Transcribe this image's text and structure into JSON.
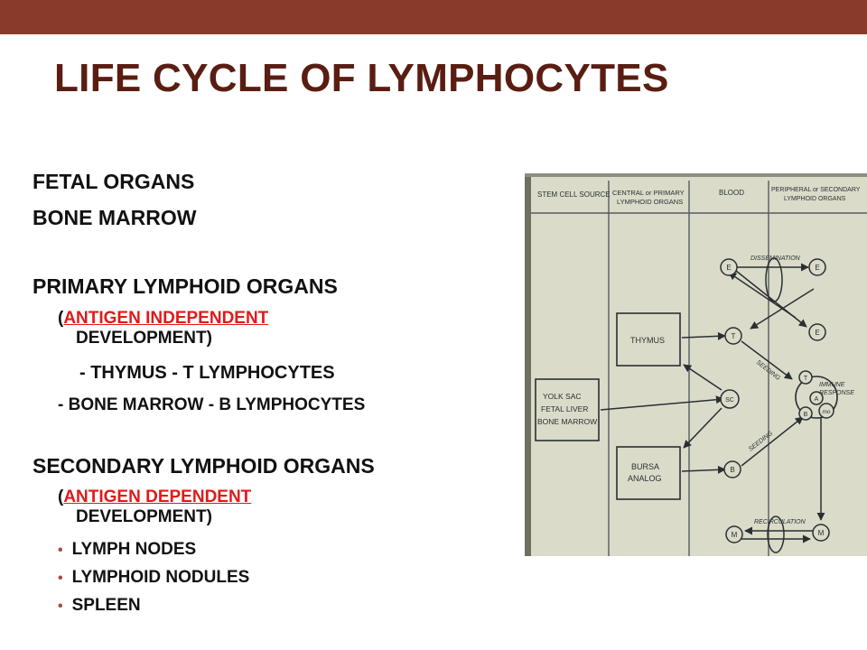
{
  "title": "LIFE CYCLE OF LYMPHOCYTES",
  "text": {
    "fetal_organs": "FETAL ORGANS",
    "bone_marrow": "BONE MARROW",
    "primary_heading": "PRIMARY LYMPHOID ORGANS",
    "primary_paren_open": "(",
    "primary_antigen": "ANTIGEN INDEPENDENT",
    "primary_development": "DEVELOPMENT)",
    "thymus_line": "- THYMUS - T LYMPHOCYTES",
    "bone_marrow_line": "-   BONE MARROW - B LYMPHOCYTES",
    "secondary_heading": "SECONDARY LYMPHOID ORGANS",
    "secondary_paren_open": "(",
    "secondary_antigen": "ANTIGEN DEPENDENT",
    "secondary_development": "DEVELOPMENT)",
    "bullets": [
      "LYMPH NODES",
      "LYMPHOID NODULES",
      "SPLEEN"
    ]
  },
  "diagram": {
    "col_stem": "STEM CELL SOURCE",
    "col_central_1": "CENTRAL or PRIMARY",
    "col_central_2": "LYMPHOID ORGANS",
    "col_blood": "BLOOD",
    "col_periph_1": "PERIPHERAL or SECONDARY",
    "col_periph_2": "LYMPHOID ORGANS",
    "box_thymus": "THYMUS",
    "box_yolk_1": "YOLK SAC",
    "box_yolk_2": "FETAL LIVER",
    "box_yolk_3": "BONE MARROW",
    "box_bursa_1": "BURSA",
    "box_bursa_2": "ANALOG",
    "label_dissemination": "DISSEMINATION",
    "label_seeding_1": "SEEDING",
    "label_seeding_2": "SEEDING",
    "label_recirculation": "RECIRCULATION",
    "label_immune_1": "IMMUNE",
    "label_immune_2": "RESPONSE",
    "cell_e1": "E",
    "cell_e2": "E",
    "cell_e3": "E",
    "cell_t1": "T",
    "cell_t2": "T",
    "cell_sc": "SC",
    "cell_b1": "B",
    "cell_b2": "B",
    "cell_a": "A",
    "cell_mo": "mo",
    "cell_m1": "M",
    "cell_m2": "M"
  },
  "colors": {
    "topbar": "#8a3a2a",
    "title": "#5a1d12",
    "accent_red": "#e01a1a"
  }
}
